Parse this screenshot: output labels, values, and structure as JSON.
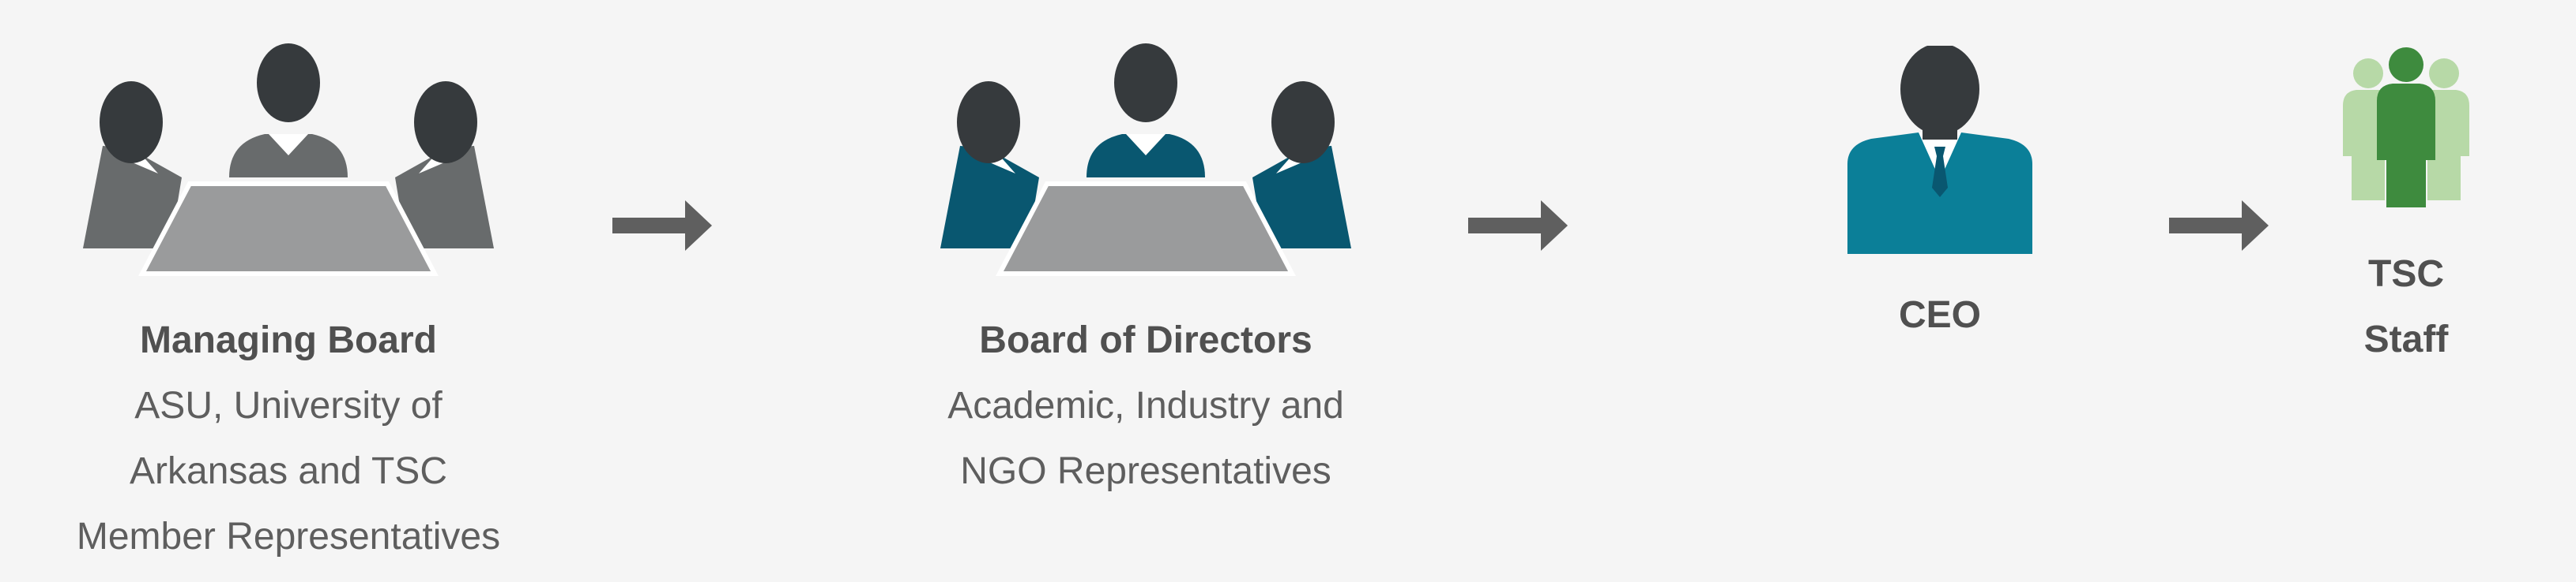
{
  "colors": {
    "background": "#f5f5f5",
    "arrow": "#5f5f5f",
    "managing_board_people": "#686b6c",
    "board_of_directors_people": "#095770",
    "ceo_suit": "#0b7f98",
    "staff_front": "#3e8b3e",
    "staff_back": "#b7d9a7",
    "table": "#9a9b9c",
    "heads": "#363a3d"
  },
  "nodes": [
    {
      "id": "managing-board",
      "icon": "meeting-table-icon",
      "title": "Managing Board",
      "lines": [
        "ASU, University of",
        "Arkansas and TSC",
        "Member Representatives"
      ]
    },
    {
      "id": "board-of-directors",
      "icon": "meeting-table-icon",
      "title": "Board of Directors",
      "lines": [
        "Academic, Industry and",
        "NGO Representatives"
      ]
    },
    {
      "id": "ceo",
      "icon": "person-icon",
      "title": "CEO",
      "lines": []
    },
    {
      "id": "tsc-staff",
      "icon": "group-icon",
      "title_lines": [
        "TSC",
        "Staff"
      ]
    }
  ],
  "connectors": [
    {
      "from": "managing-board",
      "to": "board-of-directors",
      "icon": "arrow-right-icon"
    },
    {
      "from": "board-of-directors",
      "to": "ceo",
      "icon": "arrow-right-icon"
    },
    {
      "from": "ceo",
      "to": "tsc-staff",
      "icon": "arrow-right-icon"
    }
  ]
}
